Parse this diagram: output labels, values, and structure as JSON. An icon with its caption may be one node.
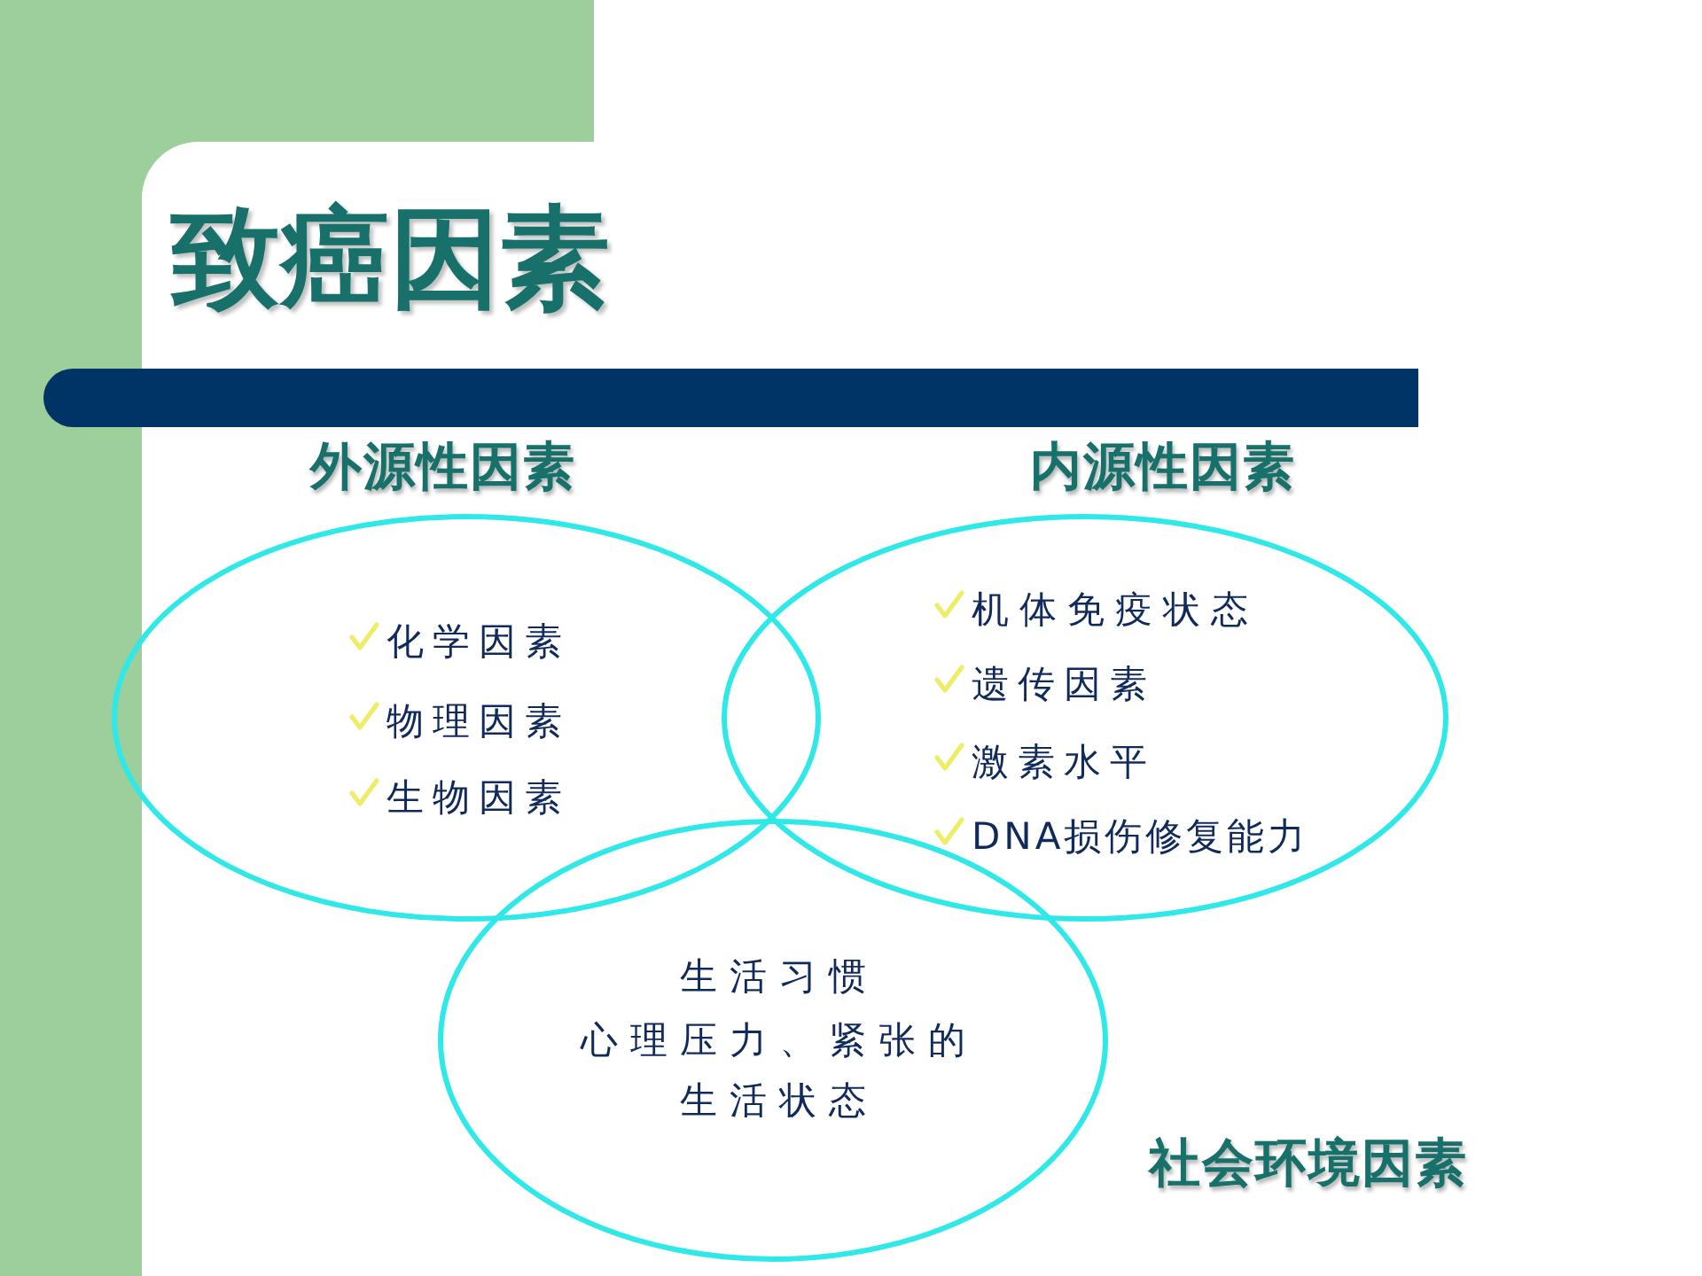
{
  "diagram": {
    "title": "致癌因素",
    "nodes": [
      {
        "text": [
          "外源性因素",
          "化学因素",
          "物理因素",
          "生物因素"
        ]
      },
      {
        "text": [
          "内源性因素",
          "机体免疫状态",
          "遗传因素",
          "激素水平",
          "DNA损伤修复能力"
        ]
      },
      {
        "text": [
          "社会环境因素",
          "生活习惯",
          "心理压力、紧张的生活状态"
        ]
      }
    ]
  }
}
